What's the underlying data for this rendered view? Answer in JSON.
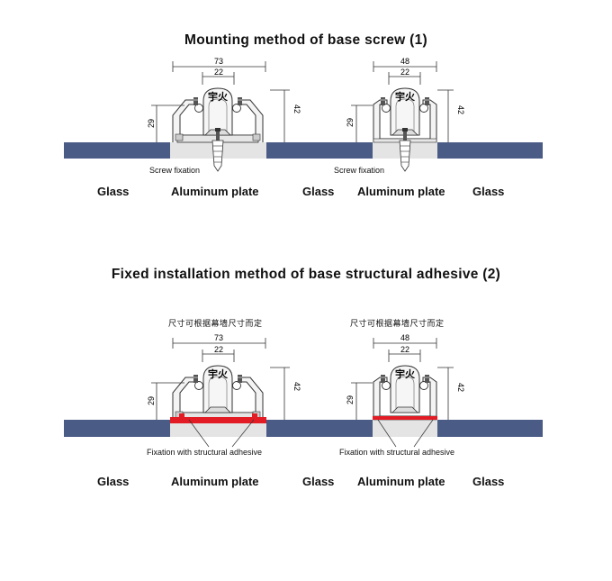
{
  "section1": {
    "title": "Mounting method of base screw (1)",
    "left": {
      "dim_outer": "73",
      "dim_inner": "22",
      "height_small": "29",
      "height_large": "42",
      "note": "Screw fixation"
    },
    "right": {
      "dim_outer": "48",
      "dim_inner": "22",
      "height_small": "29",
      "height_large": "42",
      "note": "Screw fixation"
    },
    "labels": [
      "Glass",
      "Aluminum plate",
      "Glass",
      "Aluminum plate",
      "Glass"
    ]
  },
  "section2": {
    "title": "Fixed installation method of base structural adhesive (2)",
    "left": {
      "caption_cn": "尺寸可根据幕墙尺寸而定",
      "dim_outer": "73",
      "dim_inner": "22",
      "height_small": "29",
      "height_large": "42",
      "note": "Fixation with structural adhesive"
    },
    "right": {
      "caption_cn": "尺寸可根据幕墙尺寸而定",
      "dim_outer": "48",
      "dim_inner": "22",
      "height_small": "29",
      "height_large": "42",
      "note": "Fixation with structural adhesive"
    },
    "labels": [
      "Glass",
      "Aluminum plate",
      "Glass",
      "Aluminum plate",
      "Glass"
    ]
  },
  "logo_text": "宇火",
  "colors": {
    "glass": "#4a5b86",
    "adhesive": "#e21b24",
    "line": "#333333"
  }
}
